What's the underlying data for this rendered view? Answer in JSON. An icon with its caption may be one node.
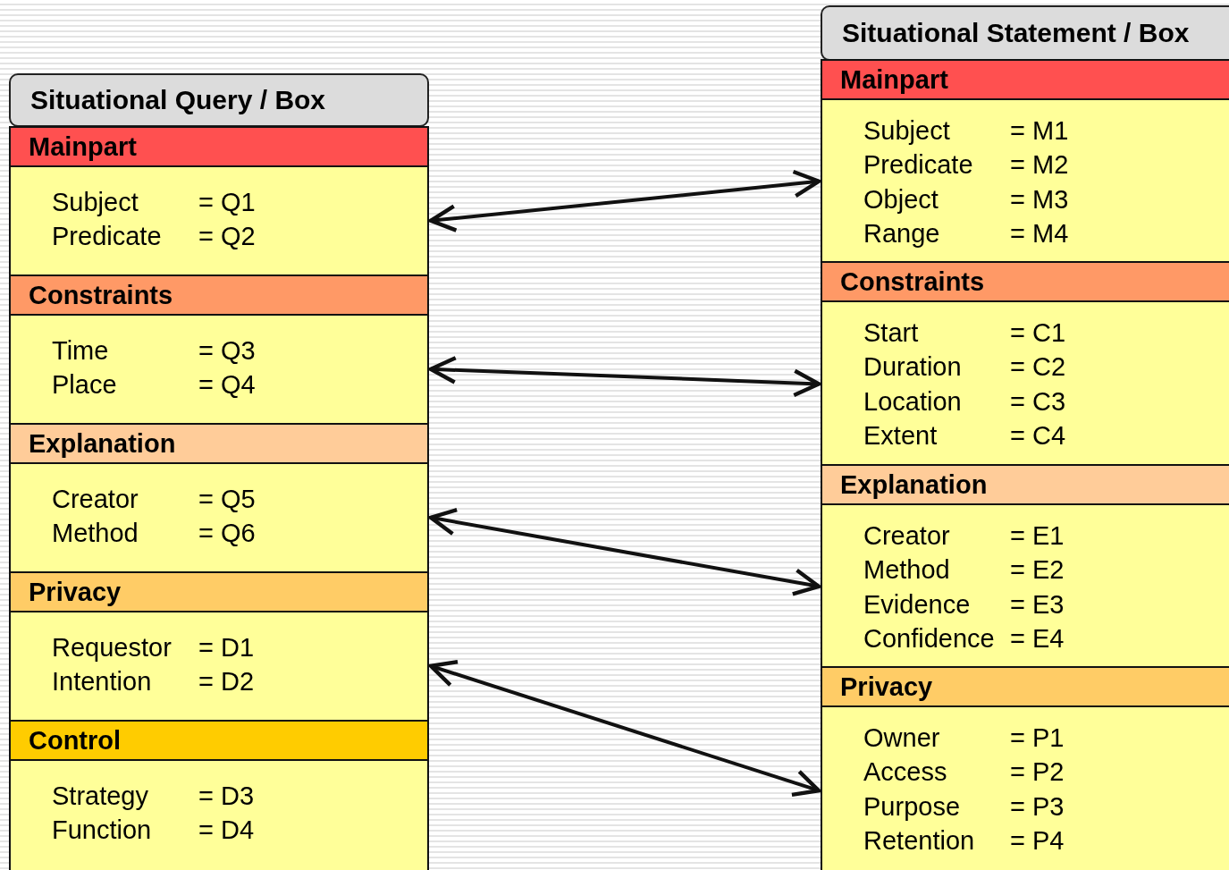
{
  "diagram": {
    "nodes": [
      {
        "text": [
          "Situational Query / Box"
        ]
      },
      {
        "text": [
          "Mainpart",
          "Subject",
          "= Q1",
          "Predicate",
          "= Q2"
        ]
      },
      {
        "text": [
          "Constraints",
          "Time",
          "= Q3",
          "Place",
          "= Q4"
        ]
      },
      {
        "text": [
          "Explanation",
          "Creator",
          "= Q5",
          "Method",
          "= Q6"
        ]
      },
      {
        "text": [
          "Privacy",
          "Requestor",
          "= D1",
          "Intention",
          "= D2"
        ]
      },
      {
        "text": [
          "Control",
          "Strategy",
          "= D3",
          "Function",
          "= D4"
        ]
      },
      {
        "text": [
          "Situational Statement / Box"
        ]
      },
      {
        "text": [
          "Mainpart",
          "Subject",
          "= M1",
          "Predicate",
          "= M2",
          "Object",
          "= M3",
          "Range",
          "= M4"
        ]
      },
      {
        "text": [
          "Constraints",
          "Start",
          "= C1",
          "Duration",
          "= C2",
          "Location",
          "= C3",
          "Extent",
          "= C4"
        ]
      },
      {
        "text": [
          "Explanation",
          "Creator",
          "= E1",
          "Method",
          "= E2",
          "Evidence",
          "= E3",
          "Confidence",
          "= E4"
        ]
      },
      {
        "text": [
          "Privacy",
          "Owner",
          "= P1",
          "Access",
          "= P2",
          "Purpose",
          "= P3",
          "Retention",
          "= P4"
        ]
      }
    ],
    "edges": [
      {
        "from": 1,
        "to": 7,
        "arrow": "both"
      },
      {
        "from": 2,
        "to": 8,
        "arrow": "both"
      },
      {
        "from": 3,
        "to": 9,
        "arrow": "both"
      },
      {
        "from": 4,
        "to": 10,
        "arrow": "both"
      }
    ]
  }
}
